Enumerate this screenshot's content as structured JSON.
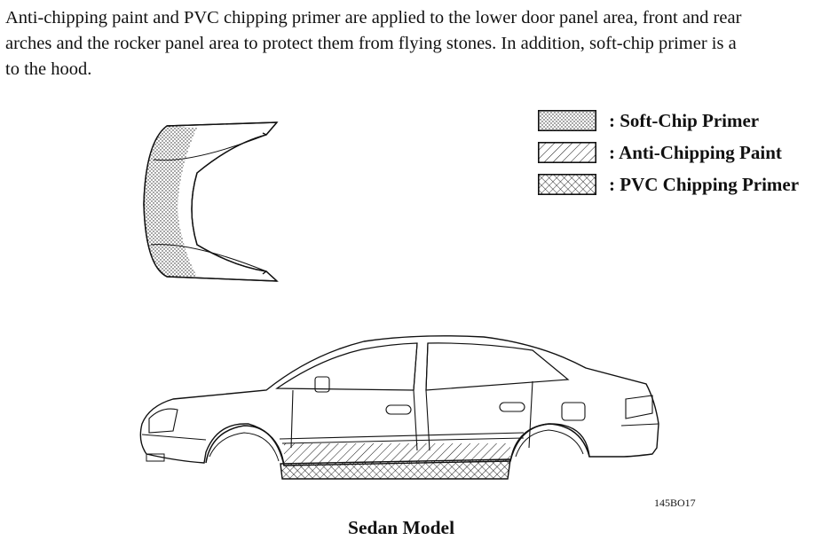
{
  "intro": {
    "line1": "Anti-chipping paint and PVC chipping primer are applied to the lower door panel area, front and rear",
    "line2": "arches and the rocker panel area to protect them from flying stones. In addition, soft-chip primer is a",
    "line3": "to the hood."
  },
  "legend": {
    "items": [
      {
        "label": ": Soft-Chip Primer",
        "pattern": "dots"
      },
      {
        "label": ": Anti-Chipping Paint",
        "pattern": "diagonal-hatch"
      },
      {
        "label": ": PVC Chipping Primer",
        "pattern": "cross-hatch"
      }
    ]
  },
  "figure_id": "145BO17",
  "caption": "Sedan Model"
}
